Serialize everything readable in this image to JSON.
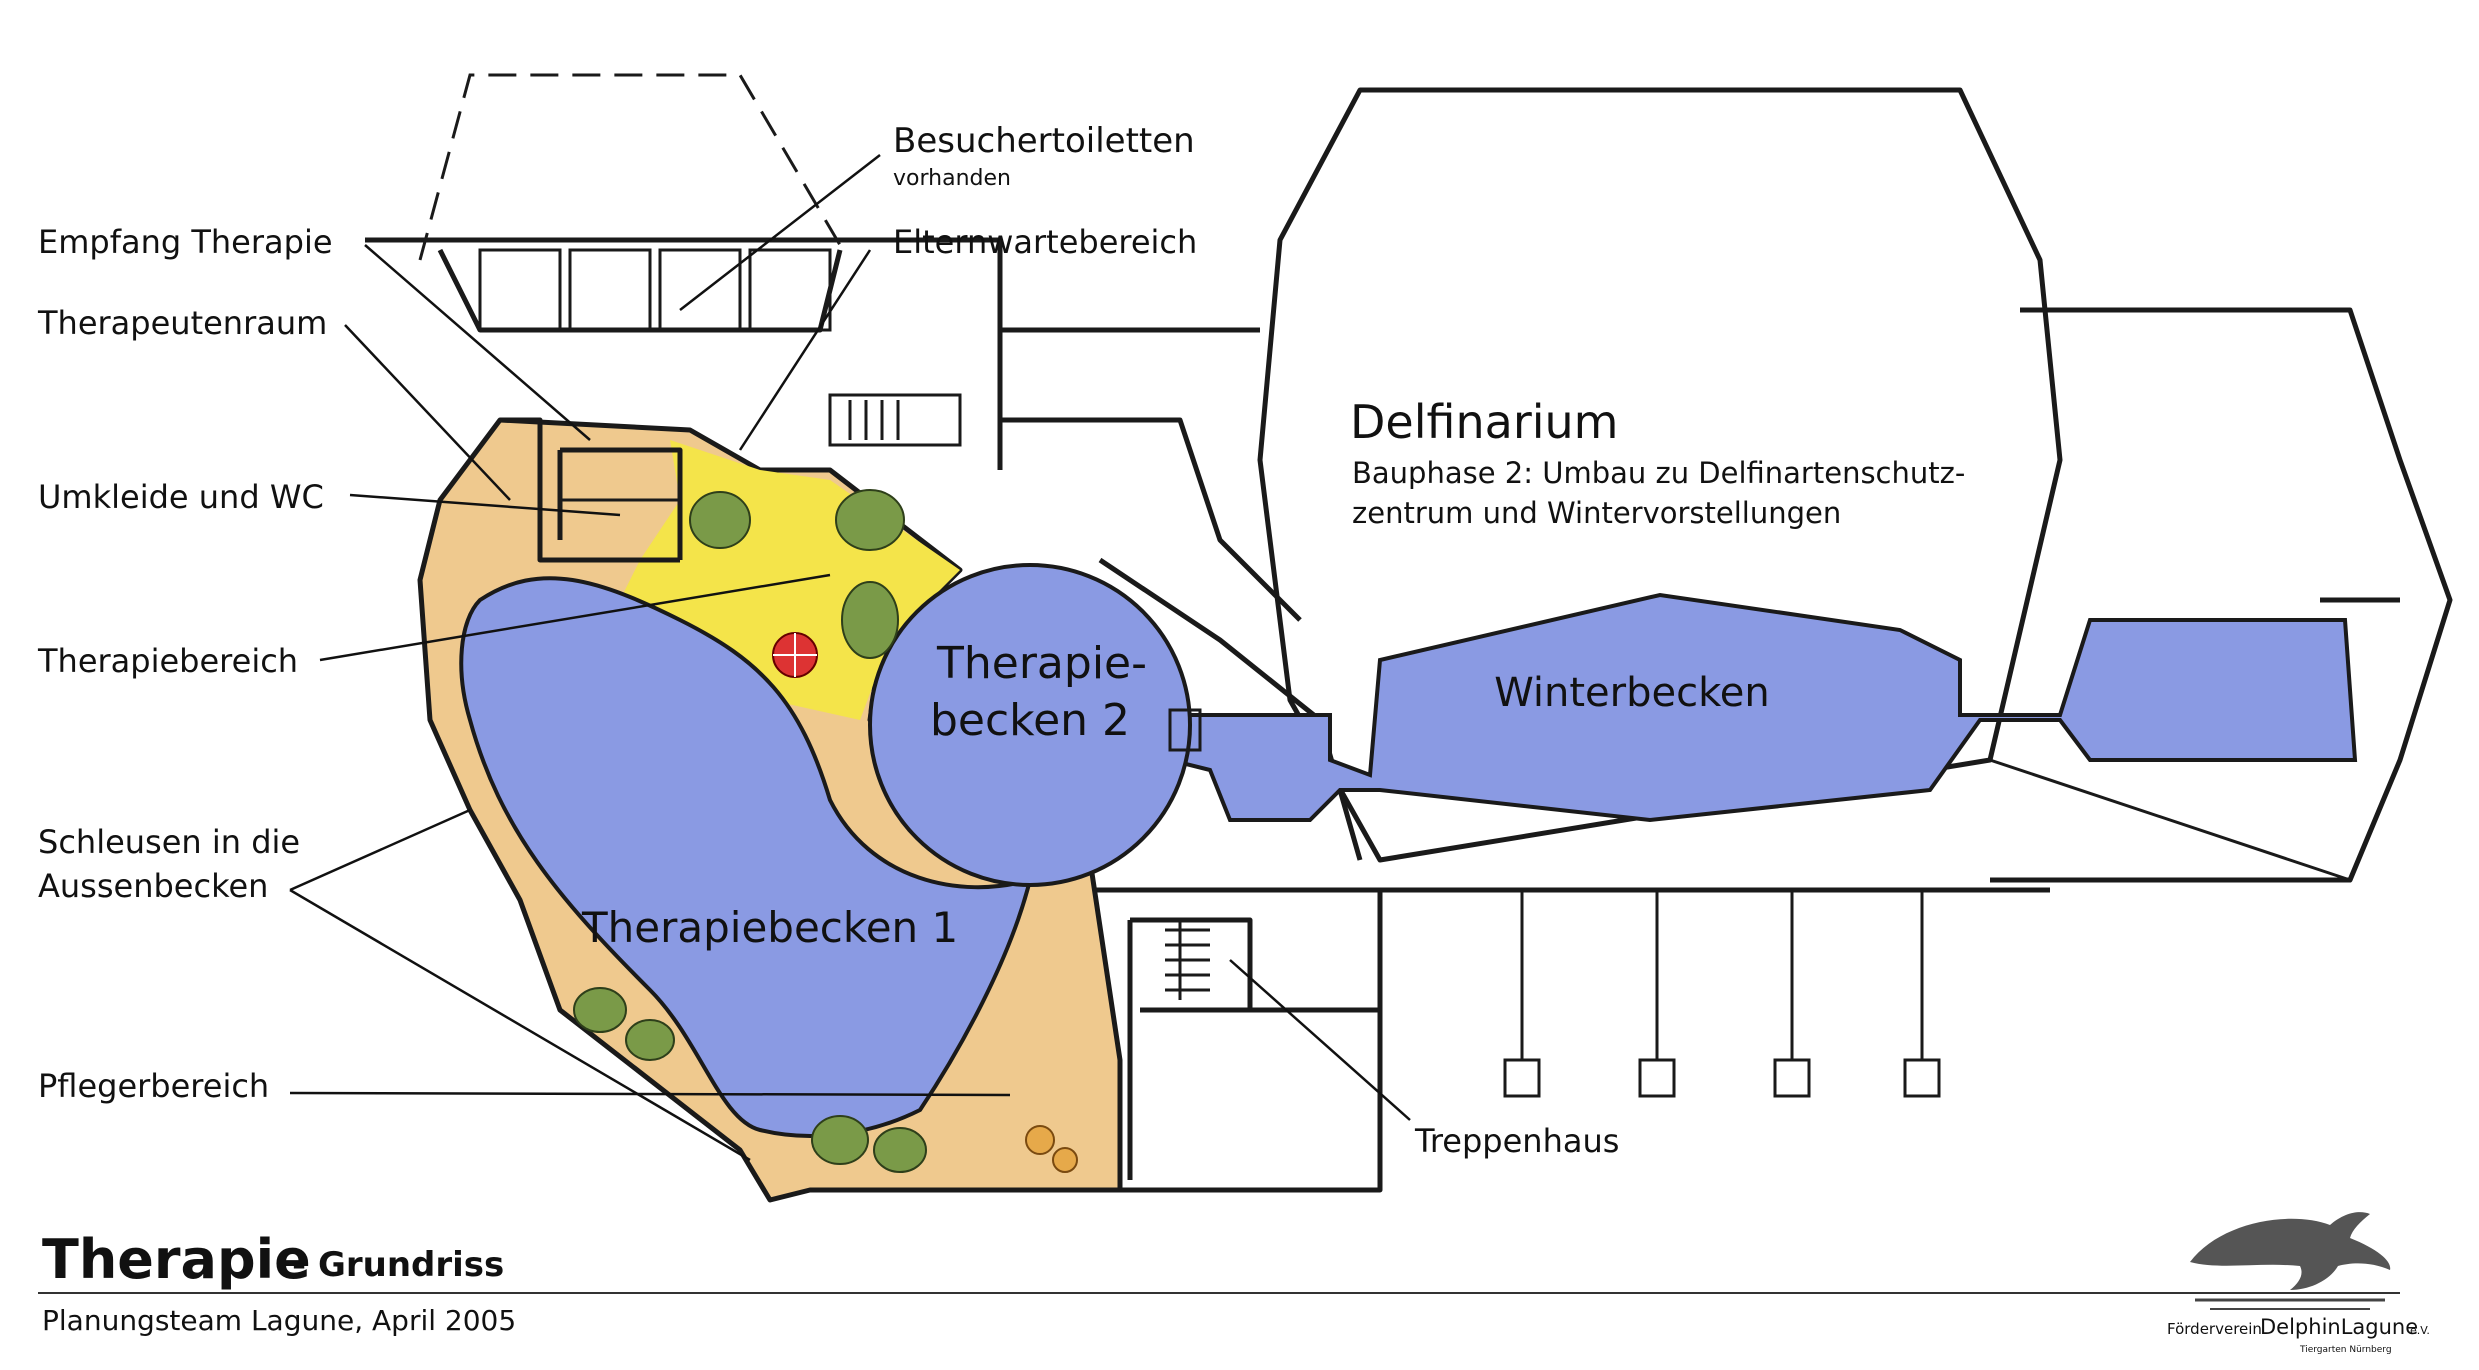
{
  "labels": {
    "besuchertoiletten": "Besuchertoiletten",
    "vorhanden": "vorhanden",
    "empfang": "Empfang Therapie",
    "elternwarte": "Elternwartebereich",
    "therapeutenraum": "Therapeutenraum",
    "umkleide": "Umkleide und WC",
    "therapiebereich": "Therapiebereich",
    "schleusen_1": "Schleusen in die",
    "schleusen_2": "Aussenbecken",
    "pflegerbereich": "Pflegerbereich",
    "treppenhaus": "Treppenhaus"
  },
  "pools": {
    "becken1": "Therapiebecken 1",
    "becken2_1": "Therapie-",
    "becken2_2": "becken 2",
    "winter": "Winterbecken"
  },
  "delfinarium": {
    "title": "Delfinarium",
    "line1": "Bauphase 2: Umbau zu Delfinartenschutz-",
    "line2": "zentrum und Wintervorstellungen"
  },
  "footer": {
    "title": "Therapie",
    "subtitle": "- Grundriss",
    "credit": "Planungsteam Lagune, April 2005"
  },
  "logo": {
    "prefix": "Förderverein",
    "brand": "DelphinLagune",
    "suffix": "e.V.",
    "location": "Tiergarten Nürnberg"
  },
  "colors": {
    "pool": "#8a9ae3",
    "sand": "#efc98e",
    "therapy_area": "#f4e44a",
    "vegetation": "#7a9a48"
  }
}
